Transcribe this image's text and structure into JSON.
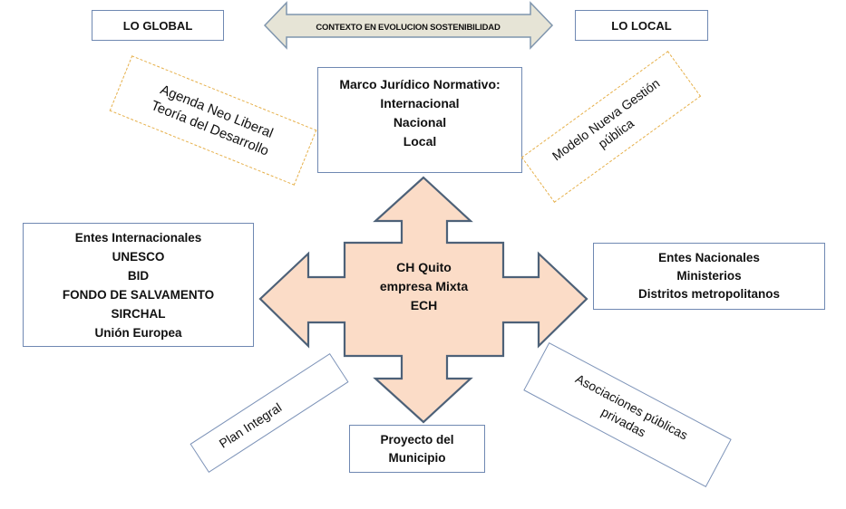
{
  "header": {
    "left_label": "LO GLOBAL",
    "right_label": "LO LOCAL",
    "context_arrow_label": "CONTEXTO EN EVOLUCION SOSTENIBILIDAD"
  },
  "center": {
    "lines": [
      "CH Quito",
      "empresa Mixta",
      "ECH"
    ]
  },
  "boxes": {
    "marco": {
      "lines": [
        "Marco Jurídico Normativo:",
        "Internacional",
        "Nacional",
        "Local"
      ]
    },
    "internacionales": {
      "lines": [
        "Entes Internacionales",
        "UNESCO",
        "BID",
        "FONDO DE SALVAMENTO",
        "SIRCHAL",
        "Unión Europea"
      ]
    },
    "nacionales": {
      "lines": [
        "Entes Nacionales",
        "Ministerios",
        "Distritos metropolitanos"
      ]
    },
    "proyecto": {
      "lines": [
        "Proyecto del",
        "Municipio"
      ]
    }
  },
  "tilted": {
    "agenda": {
      "lines": [
        "Agenda Neo Liberal",
        "Teoría del Desarrollo"
      ]
    },
    "modelo": {
      "lines": [
        "Modelo Nueva Gestión",
        "pública"
      ]
    },
    "plan": {
      "lines": [
        "Plan Integral"
      ]
    },
    "asociaciones": {
      "lines": [
        "Asociaciones públicas",
        "privadas"
      ]
    }
  },
  "colors": {
    "box_border": "#6f88b2",
    "dashed_border": "#e6b04a",
    "cross_fill": "#fbdcc7",
    "cross_stroke": "#4d6178",
    "banner_fill": "#e6e4d6",
    "banner_stroke": "#7f95ad"
  }
}
